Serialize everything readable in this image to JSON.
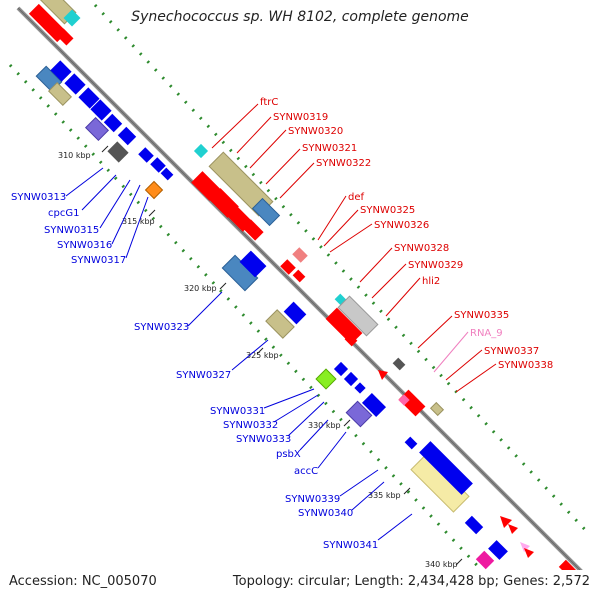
{
  "header": {
    "title": "Synechococcus sp. WH 8102, complete genome"
  },
  "footer": {
    "accession": "Accession: NC_005070",
    "summary": "Topology: circular; Length: 2,434,428 bp; Genes: 2,572"
  },
  "colors": {
    "backbone": "#8f8f8f",
    "label_blue": "#0000dd",
    "label_red": "#dd0000",
    "label_pink": "#f07fbf",
    "dot_green": "#2e8b2e"
  },
  "ticks": [
    "310 kbp",
    "315 kbp",
    "320 kbp",
    "325 kbp",
    "330 kbp",
    "335 kbp",
    "340 kbp"
  ],
  "left_labels": [
    "SYNW0313",
    "cpcG1",
    "SYNW0315",
    "SYNW0316",
    "SYNW0317",
    "SYNW0323",
    "SYNW0327",
    "SYNW0331",
    "SYNW0332",
    "SYNW0333",
    "psbX",
    "accC",
    "SYNW0339",
    "SYNW0340",
    "SYNW0341"
  ],
  "right_labels": [
    "ftrC",
    "SYNW0319",
    "SYNW0320",
    "SYNW0321",
    "SYNW0322",
    "def",
    "SYNW0325",
    "SYNW0326",
    "SYNW0328",
    "SYNW0329",
    "hli2",
    "SYNW0335",
    "RNA_9",
    "SYNW0337",
    "SYNW0338"
  ]
}
